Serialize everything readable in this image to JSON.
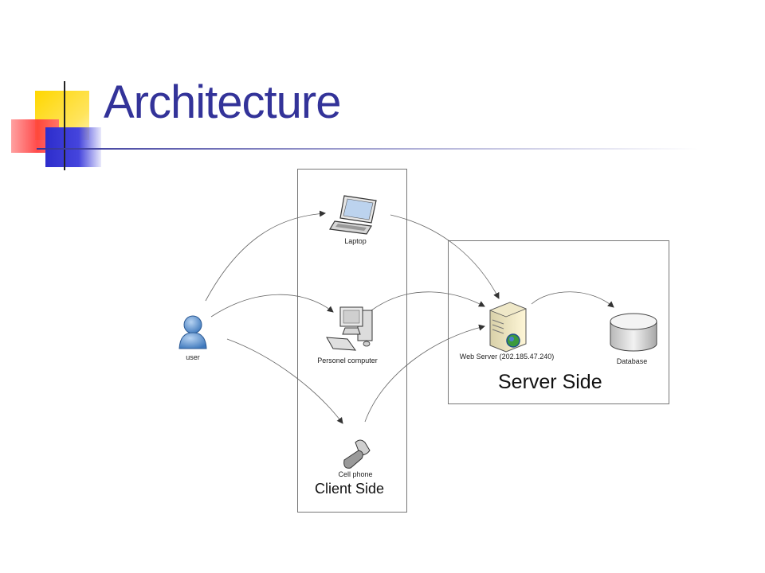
{
  "slide": {
    "title": "Architecture"
  },
  "diagram": {
    "client_group_label": "Client Side",
    "server_group_label": "Server Side",
    "nodes": {
      "user": "user",
      "laptop": "Laptop",
      "pc": "Personel computer",
      "phone": "Cell phone",
      "web_server": "Web Server (202.185.47.240)",
      "database": "Database"
    }
  },
  "colors": {
    "title": "#333399",
    "accent_yellow": "#FFD700",
    "accent_red": "#FF3333",
    "accent_blue": "#3333CC"
  }
}
